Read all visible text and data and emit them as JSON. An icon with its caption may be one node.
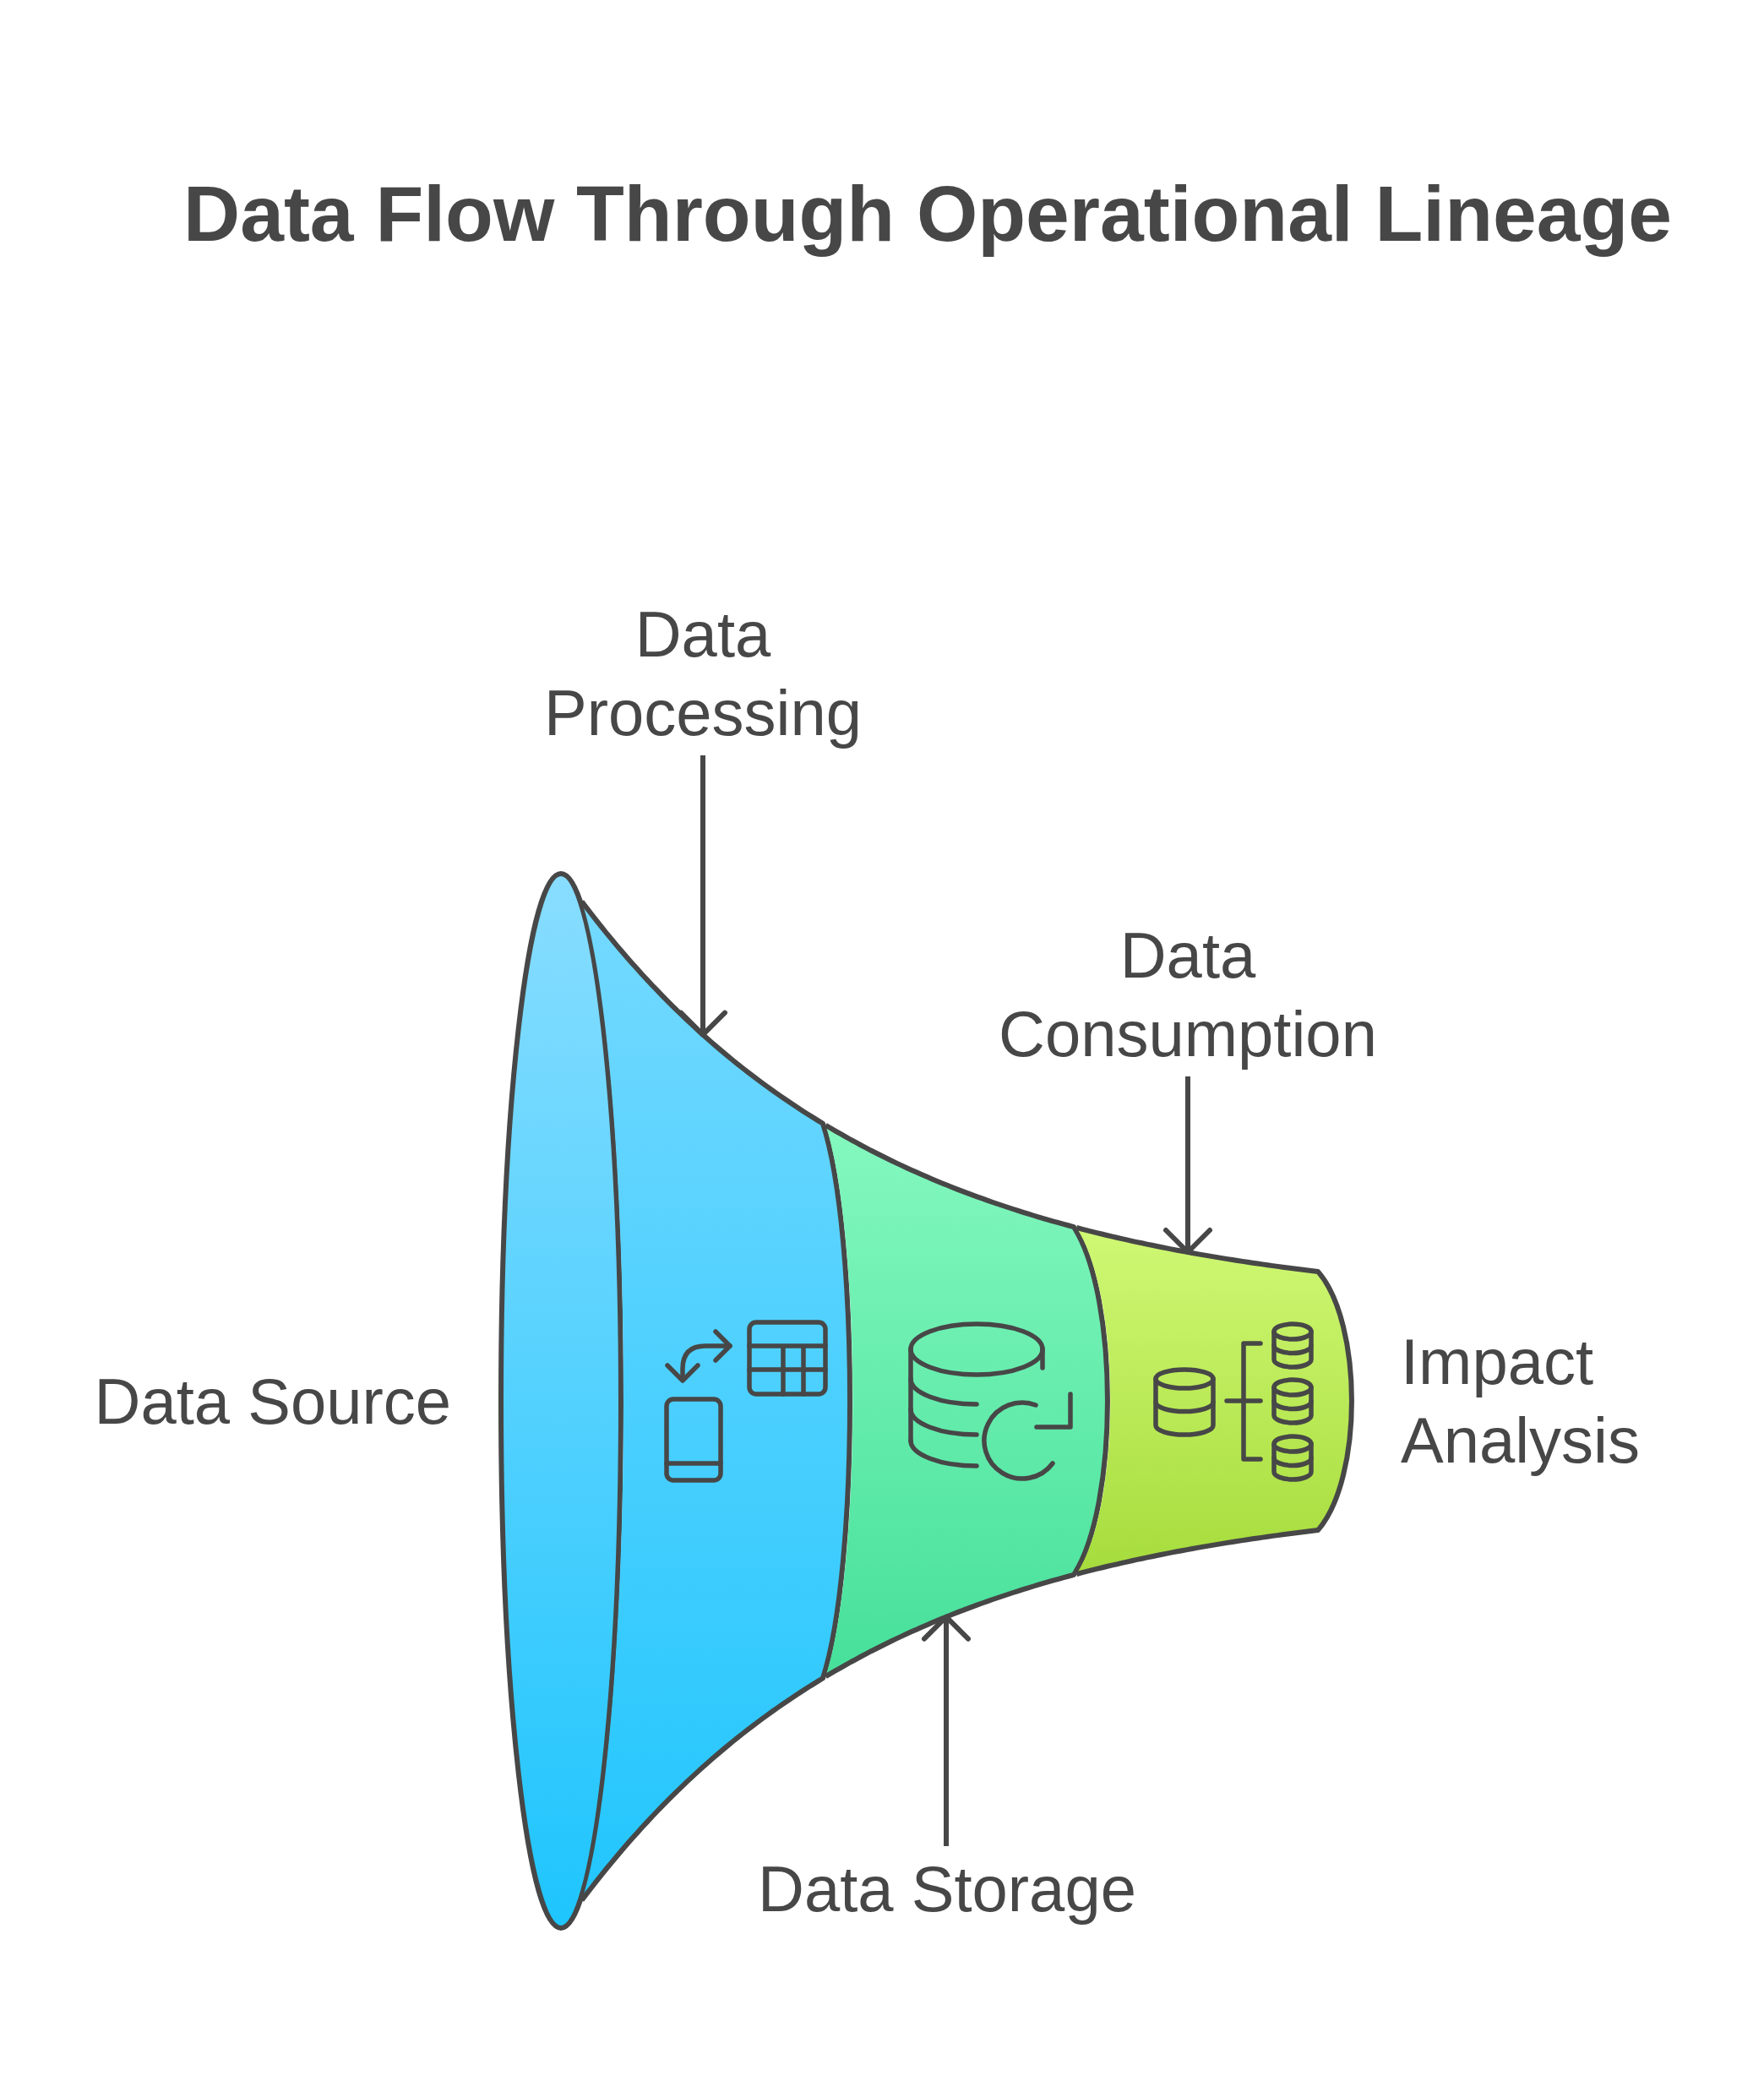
{
  "diagram": {
    "title": "Data Flow Through Operational Lineage",
    "nodes": [
      {
        "text": [
          "Data Processing"
        ]
      },
      {
        "text": [
          "Data Consumption"
        ]
      },
      {
        "text": [
          "Data Storage"
        ]
      },
      {
        "text": [],
        "shape": "ellipse"
      },
      {
        "text": [],
        "shape": "band"
      },
      {
        "text": [],
        "shape": "band"
      },
      {
        "text": [],
        "shape": "band"
      }
    ],
    "edges": [
      {
        "from": 0,
        "to": 4,
        "arrow": "to"
      },
      {
        "from": 1,
        "to": 6,
        "arrow": "to"
      },
      {
        "from": 2,
        "to": 5,
        "arrow": "to"
      }
    ],
    "labels": [
      "Data Source",
      "Impact Analysis"
    ]
  }
}
